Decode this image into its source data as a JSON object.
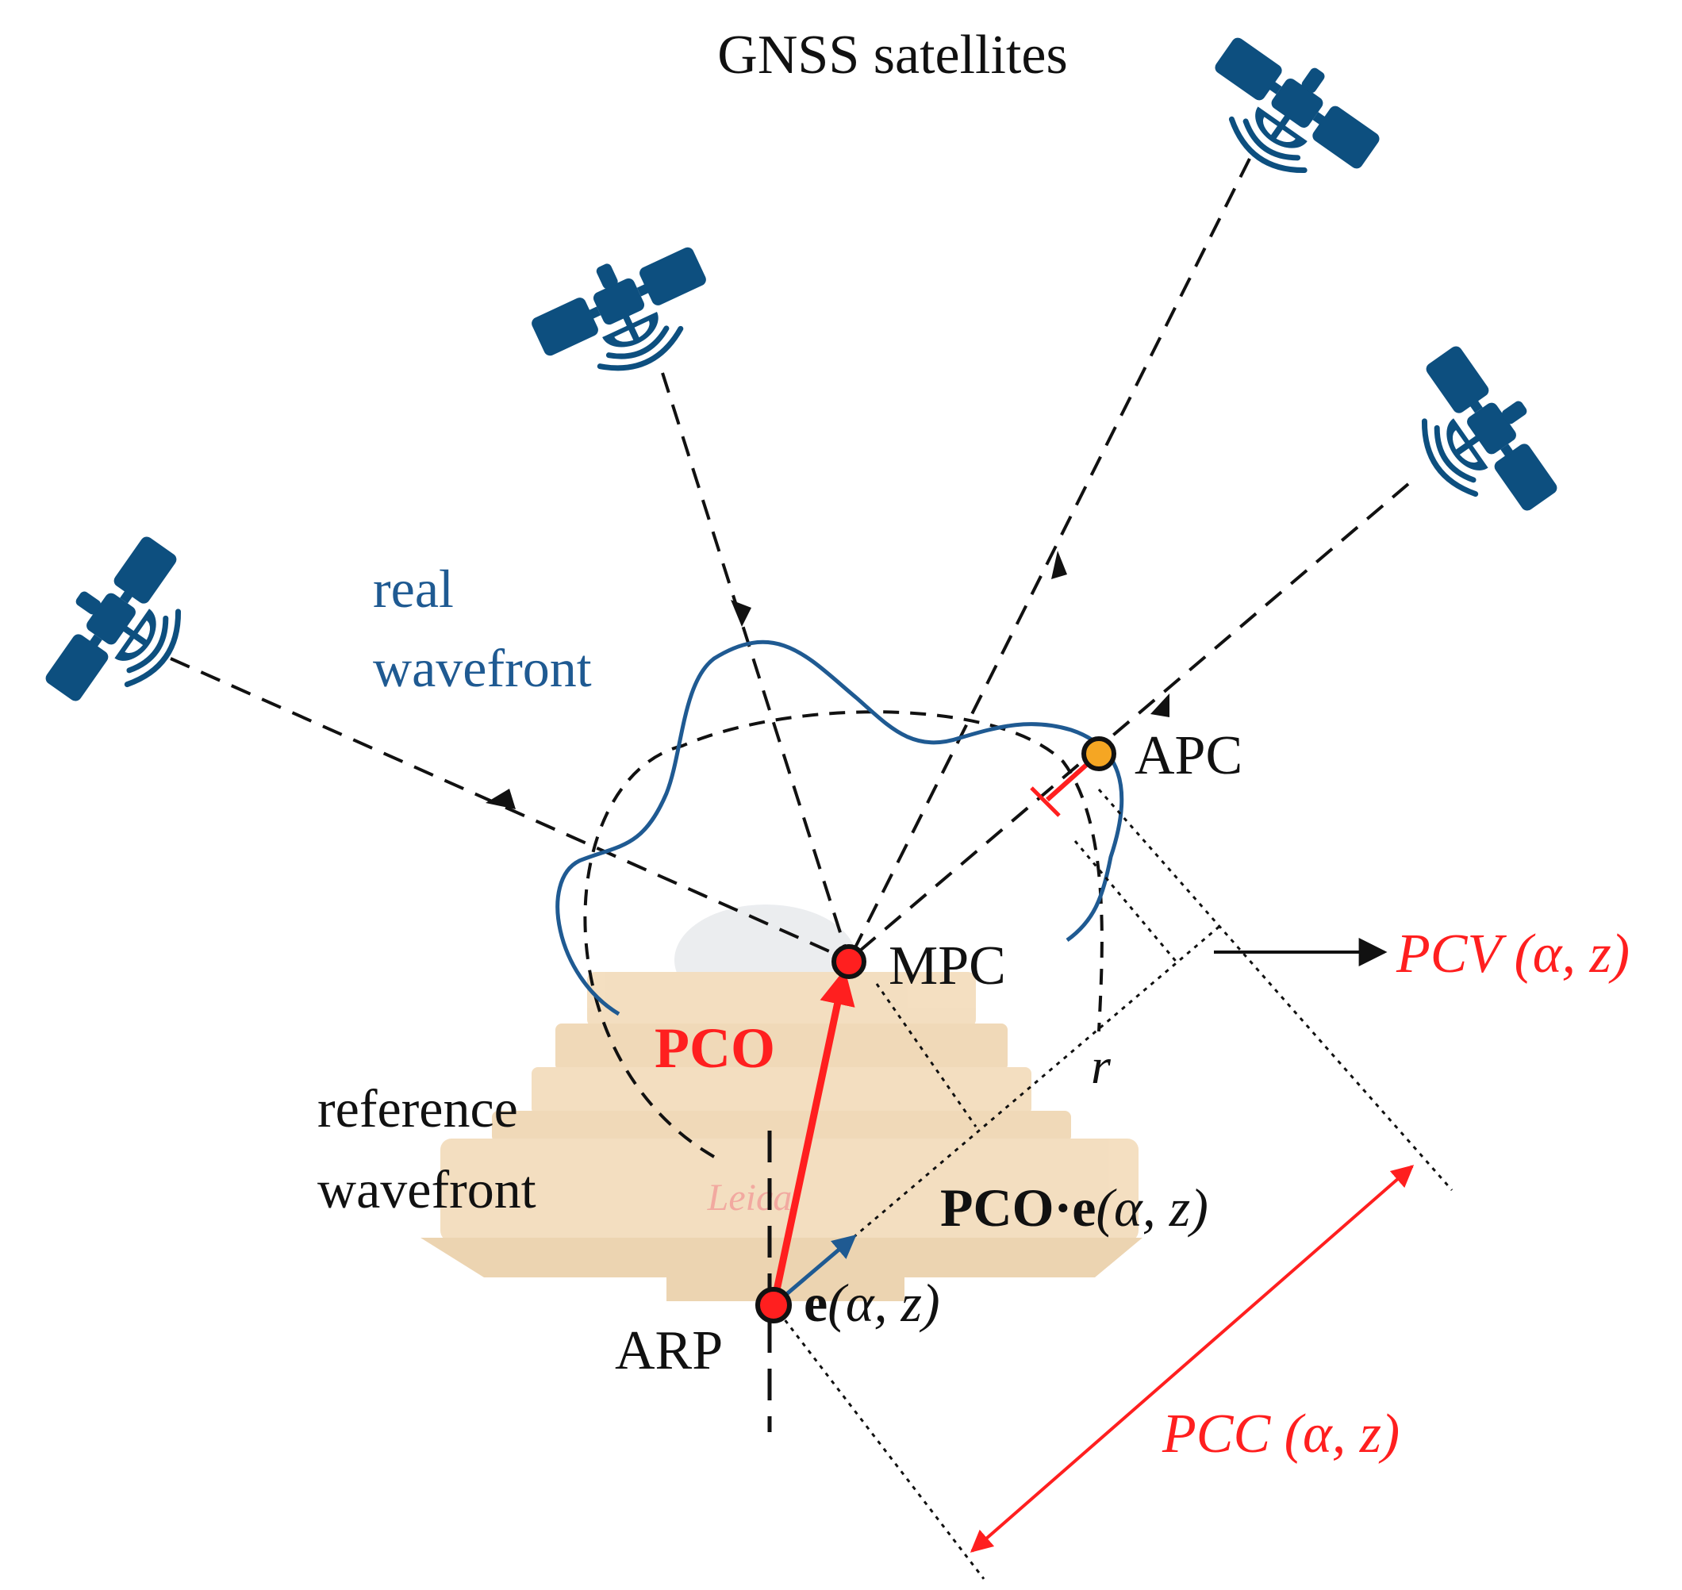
{
  "title": "GNSS satellites",
  "labels": {
    "real_wavefront_line1": "real",
    "real_wavefront_line2": "wavefront",
    "reference_wavefront_line1": "reference",
    "reference_wavefront_line2": "wavefront",
    "apc": "APC",
    "mpc": "MPC",
    "arp": "ARP",
    "pco": "PCO",
    "pco_dot_e_bold": "PCO·e",
    "e_bold": "e",
    "args_paren": "(α, z)",
    "pcv_prefix": "PCV",
    "pcc_prefix": "PCC",
    "r": "r",
    "logo_text": "Leica"
  },
  "colors": {
    "satellite": "#0d4f7f",
    "real_wavefront": "#1f5a92",
    "emphasis_red": "#ff1f1f",
    "apc_marker": "#f5a623",
    "antenna_body": "#f2d9b6"
  },
  "icons": [
    "satellite-icon",
    "satellite-icon",
    "satellite-icon",
    "satellite-icon"
  ]
}
